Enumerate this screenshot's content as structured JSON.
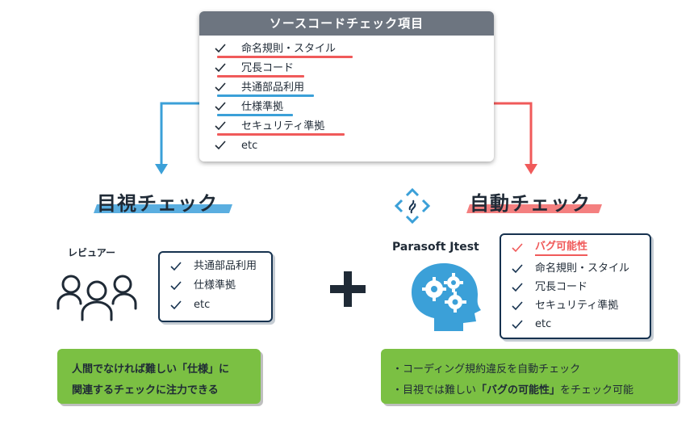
{
  "checklist": {
    "title": "ソースコードチェック項目",
    "items": [
      {
        "label": "命名規則・スタイル",
        "underline": "red"
      },
      {
        "label": "冗長コード",
        "underline": "red"
      },
      {
        "label": "共通部品利用",
        "underline": "blue"
      },
      {
        "label": "仕様準拠",
        "underline": "blue"
      },
      {
        "label": "セキュリティ準拠",
        "underline": "red"
      },
      {
        "label": "etc",
        "underline": "none"
      }
    ]
  },
  "visual": {
    "heading": "目視チェック",
    "reviewer_label": "レビュアー",
    "items": [
      "共通部品利用",
      "仕様準拠",
      "etc"
    ],
    "note_line1": "人間でなければ難しい「仕様」に",
    "note_line2": "関連するチェックに注力できる"
  },
  "auto": {
    "heading": "自動チェック",
    "brand": "Parasoft Jtest",
    "highlight_item": "バグ可能性",
    "items": [
      "命名規則・スタイル",
      "冗長コード",
      "セキュリティ準拠",
      "etc"
    ],
    "note_line1": "・コーディング規約違反を自動チェック",
    "note_line2_pre": "・目視では難しい",
    "note_line2_bold": "「バグの可能性」",
    "note_line2_post": "をチェック可能"
  },
  "plus": "+",
  "colors": {
    "red": "#f05a5a",
    "blue": "#3ba0d8",
    "navy": "#16324f",
    "green": "#7bc043",
    "gray_header": "#6d7580"
  }
}
